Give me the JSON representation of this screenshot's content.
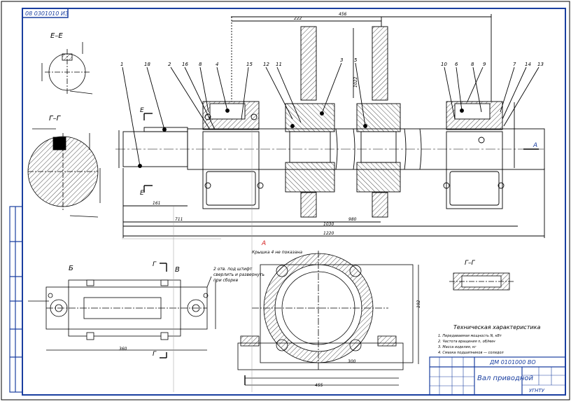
{
  "stamp_code": "08 0301010 ИЗ",
  "view_labels": {
    "section_e": "Е–Е",
    "section_g": "Г–Г",
    "view_b": "Б",
    "view_v": "В",
    "view_a": "А",
    "view_g_small": "Г–Г",
    "mark_e1": "Е",
    "mark_e2": "Е",
    "mark_g1": "Г",
    "mark_g2": "Г",
    "mark_a": "А"
  },
  "position_numbers": [
    "1",
    "18",
    "2",
    "16",
    "8",
    "4",
    "15",
    "12",
    "11",
    "3",
    "5",
    "10",
    "6",
    "8",
    "9",
    "7",
    "14",
    "13"
  ],
  "dimensions": {
    "top_1": "222",
    "top_2": "456",
    "d1": "161",
    "d2": "711",
    "d3": "980",
    "d4": "1030",
    "d5": "1220",
    "bottom_b": "360",
    "bottom_v1": "300",
    "bottom_v2": "455",
    "h1": "1022",
    "h2": "192"
  },
  "notes": {
    "view_v_note": "Крышка 4 не показана",
    "view_b_note": "2 отв. под штифт",
    "view_b_note2": "сверлить и развернуть",
    "view_b_note3": "при сборке"
  },
  "tech": {
    "title": "Техническая характеристика",
    "items": [
      "1. Передаваемая мощность N, кВт",
      "2. Частота вращения n, об/мин",
      "3. Масса изделия, кг",
      "4. Смазка подшипников — солидол"
    ]
  },
  "title_block": {
    "doc_code": "ДМ 0101000 ВО",
    "name": "Вал приводной",
    "org": "УГНТУ"
  }
}
